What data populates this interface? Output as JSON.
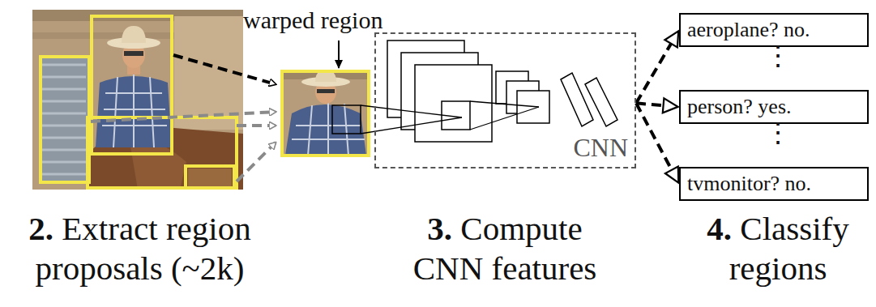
{
  "diagram": {
    "nodes": [
      {
        "text": [
          "CNN"
        ]
      },
      {
        "text": [
          "aeroplane? no."
        ]
      },
      {
        "text": [
          "person? yes."
        ]
      },
      {
        "text": [
          "tvmonitor? no."
        ]
      }
    ],
    "edges": [
      {
        "from": 0,
        "to": 1,
        "arrow": "to"
      },
      {
        "from": 0,
        "to": 2,
        "arrow": "to"
      },
      {
        "from": 0,
        "to": 3,
        "arrow": "to"
      }
    ],
    "labels": [
      "warped region",
      "⋮",
      "⋮",
      "2. Extract region proposals (~2k)",
      "3. Compute CNN features",
      "4. Classify regions"
    ]
  }
}
